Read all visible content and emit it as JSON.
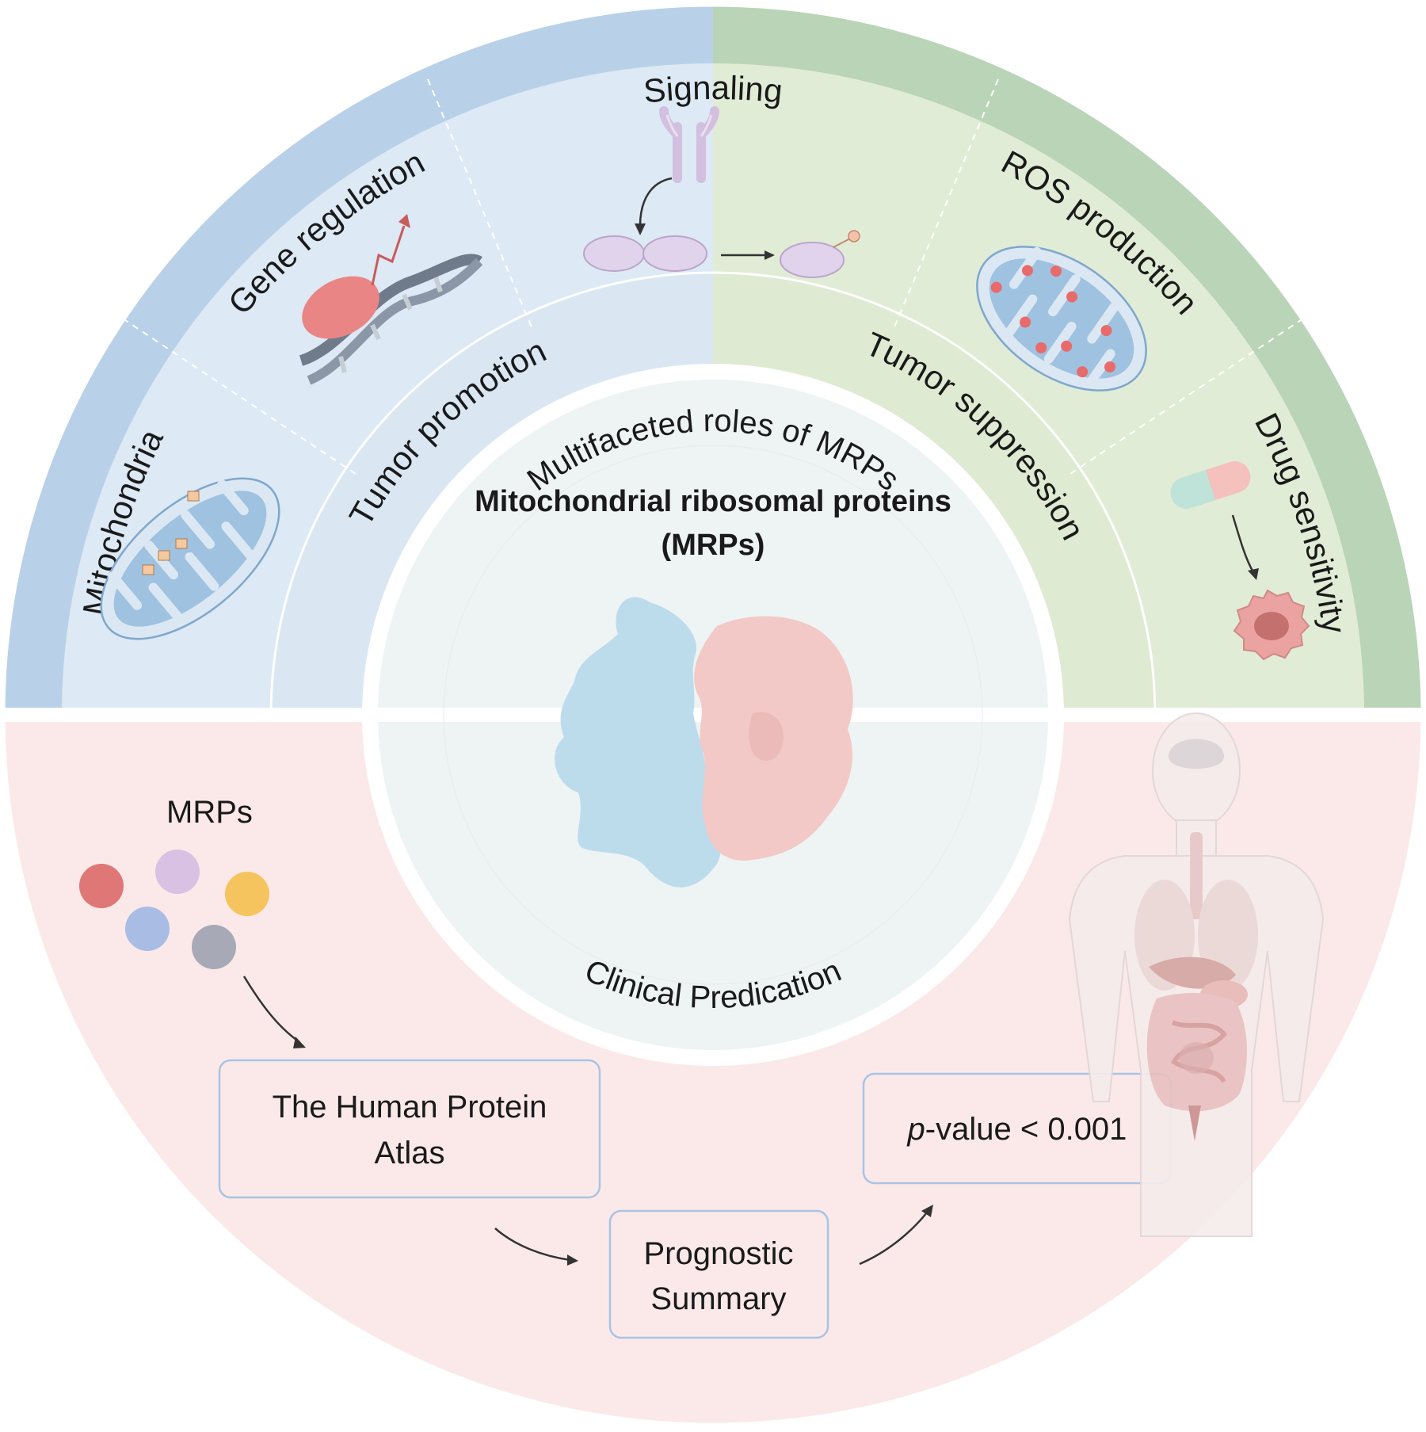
{
  "center": {
    "title_line1": "Mitochondrial ribosomal proteins",
    "title_line2": "(MRPs)",
    "inner_top_arc": "Multifaceted roles of MRPs",
    "inner_bottom_arc": "Clinical Predication"
  },
  "middle_ring": {
    "left_label": "Tumor promotion",
    "right_label": "Tumor suppression"
  },
  "outer_ring": {
    "left_items": [
      "Mitochondria",
      "Gene regulation"
    ],
    "top_item": "Signaling",
    "right_items": [
      "ROS production",
      "Drug sensitivity"
    ]
  },
  "clinical": {
    "mrps_label": "MRPs",
    "hpa_box": {
      "line1": "The Human Protein",
      "line2": "Atlas"
    },
    "prognostic_box": {
      "line1": "Prognostic",
      "line2": "Summary"
    },
    "pvalue_box": {
      "italic_part": "p",
      "rest": "-value < 0.001"
    }
  },
  "colors": {
    "promotion_blue": "#dde9f4",
    "promotion_blue_outer": "#b9d1e8",
    "suppression_green": "#e1ecd6",
    "suppression_green_outer": "#bad4b8",
    "clinical_pink": "#fbe9e9",
    "center_gray": "#eef3f4",
    "box_border": "#a9c4e2",
    "protein_blue": "#bcdcec",
    "protein_pink": "#f2c9c6"
  },
  "icons": [
    "mitochondria-icon",
    "dna-transcription-icon",
    "receptor-signaling-icon",
    "ros-mitochondria-icon",
    "drug-capsule-icon",
    "tumor-cell-icon",
    "protein-complex-icon",
    "mrp-dots-icon",
    "human-body-icon"
  ]
}
